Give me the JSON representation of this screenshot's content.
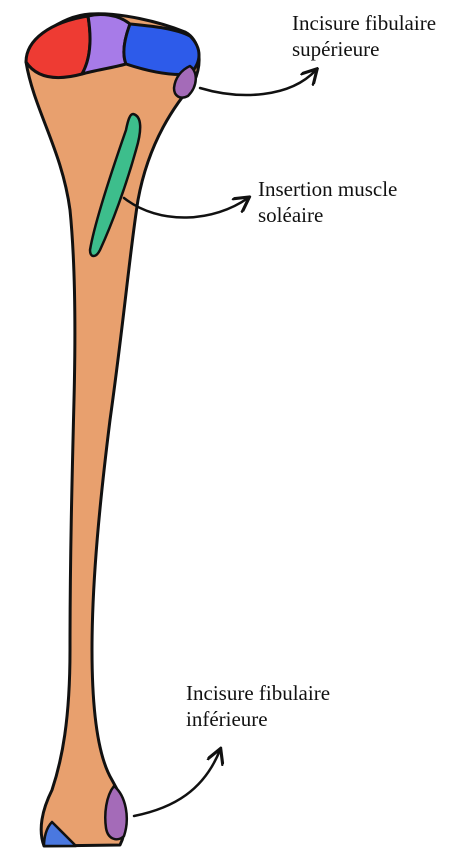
{
  "labels": {
    "incisure_superieure": {
      "line1": "Incisure fibulaire",
      "line2": "supérieure"
    },
    "insertion_soleaire": {
      "line1": "Insertion muscle",
      "line2": "soléaire"
    },
    "incisure_inferieure": {
      "line1": "Incisure fibulaire",
      "line2": "inférieure"
    }
  },
  "colors": {
    "bone": "#E8A06E",
    "outline": "#111111",
    "lateral_condyle_red": "#EE3B33",
    "intercondylar_purple": "#A77BE8",
    "medial_condyle_blue": "#2D5BEA",
    "fibular_notch_mauve": "#A46BB8",
    "soleus_line_green": "#3DBE8C",
    "malleolus_blue": "#4A78E0"
  }
}
